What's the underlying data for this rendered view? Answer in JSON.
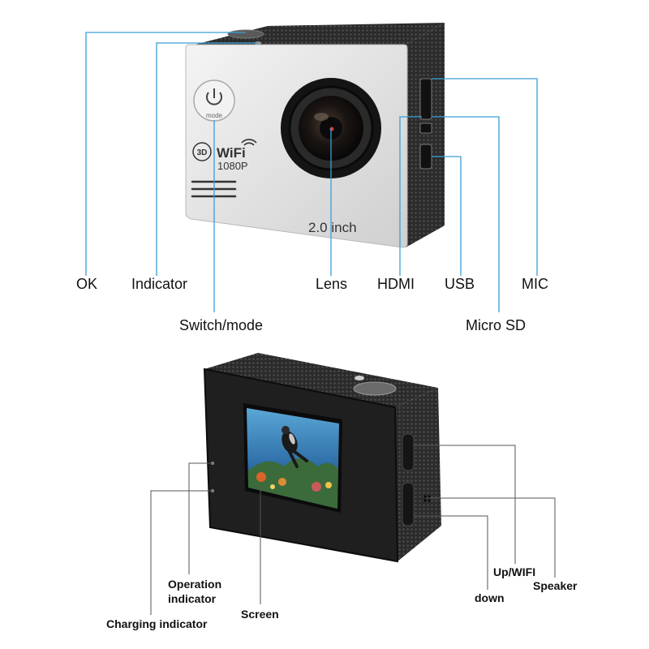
{
  "top_camera": {
    "mode_text": "mode",
    "brand_text": "WiFi",
    "resolution_text": "1080P",
    "badge_3d": "3D",
    "screen_size": "2.0 inch"
  },
  "top_labels": {
    "ok": "OK",
    "indicator": "Indicator",
    "switch_mode": "Switch/mode",
    "lens": "Lens",
    "hdmi": "HDMI",
    "usb": "USB",
    "mic": "MIC",
    "micro_sd": "Micro SD"
  },
  "bottom_labels": {
    "operation_indicator_l1": "Operation",
    "operation_indicator_l2": "indicator",
    "charging_indicator": "Charging indicator",
    "screen": "Screen",
    "up_wifi": "Up/WIFI",
    "speaker": "Speaker",
    "down": "down"
  },
  "colors": {
    "callout_line": "#3a9fd8",
    "gray_line": "#555555",
    "front_panel": "#e4e4e4",
    "body_dark": "#262626",
    "screen_water": "#2f6fa8"
  }
}
